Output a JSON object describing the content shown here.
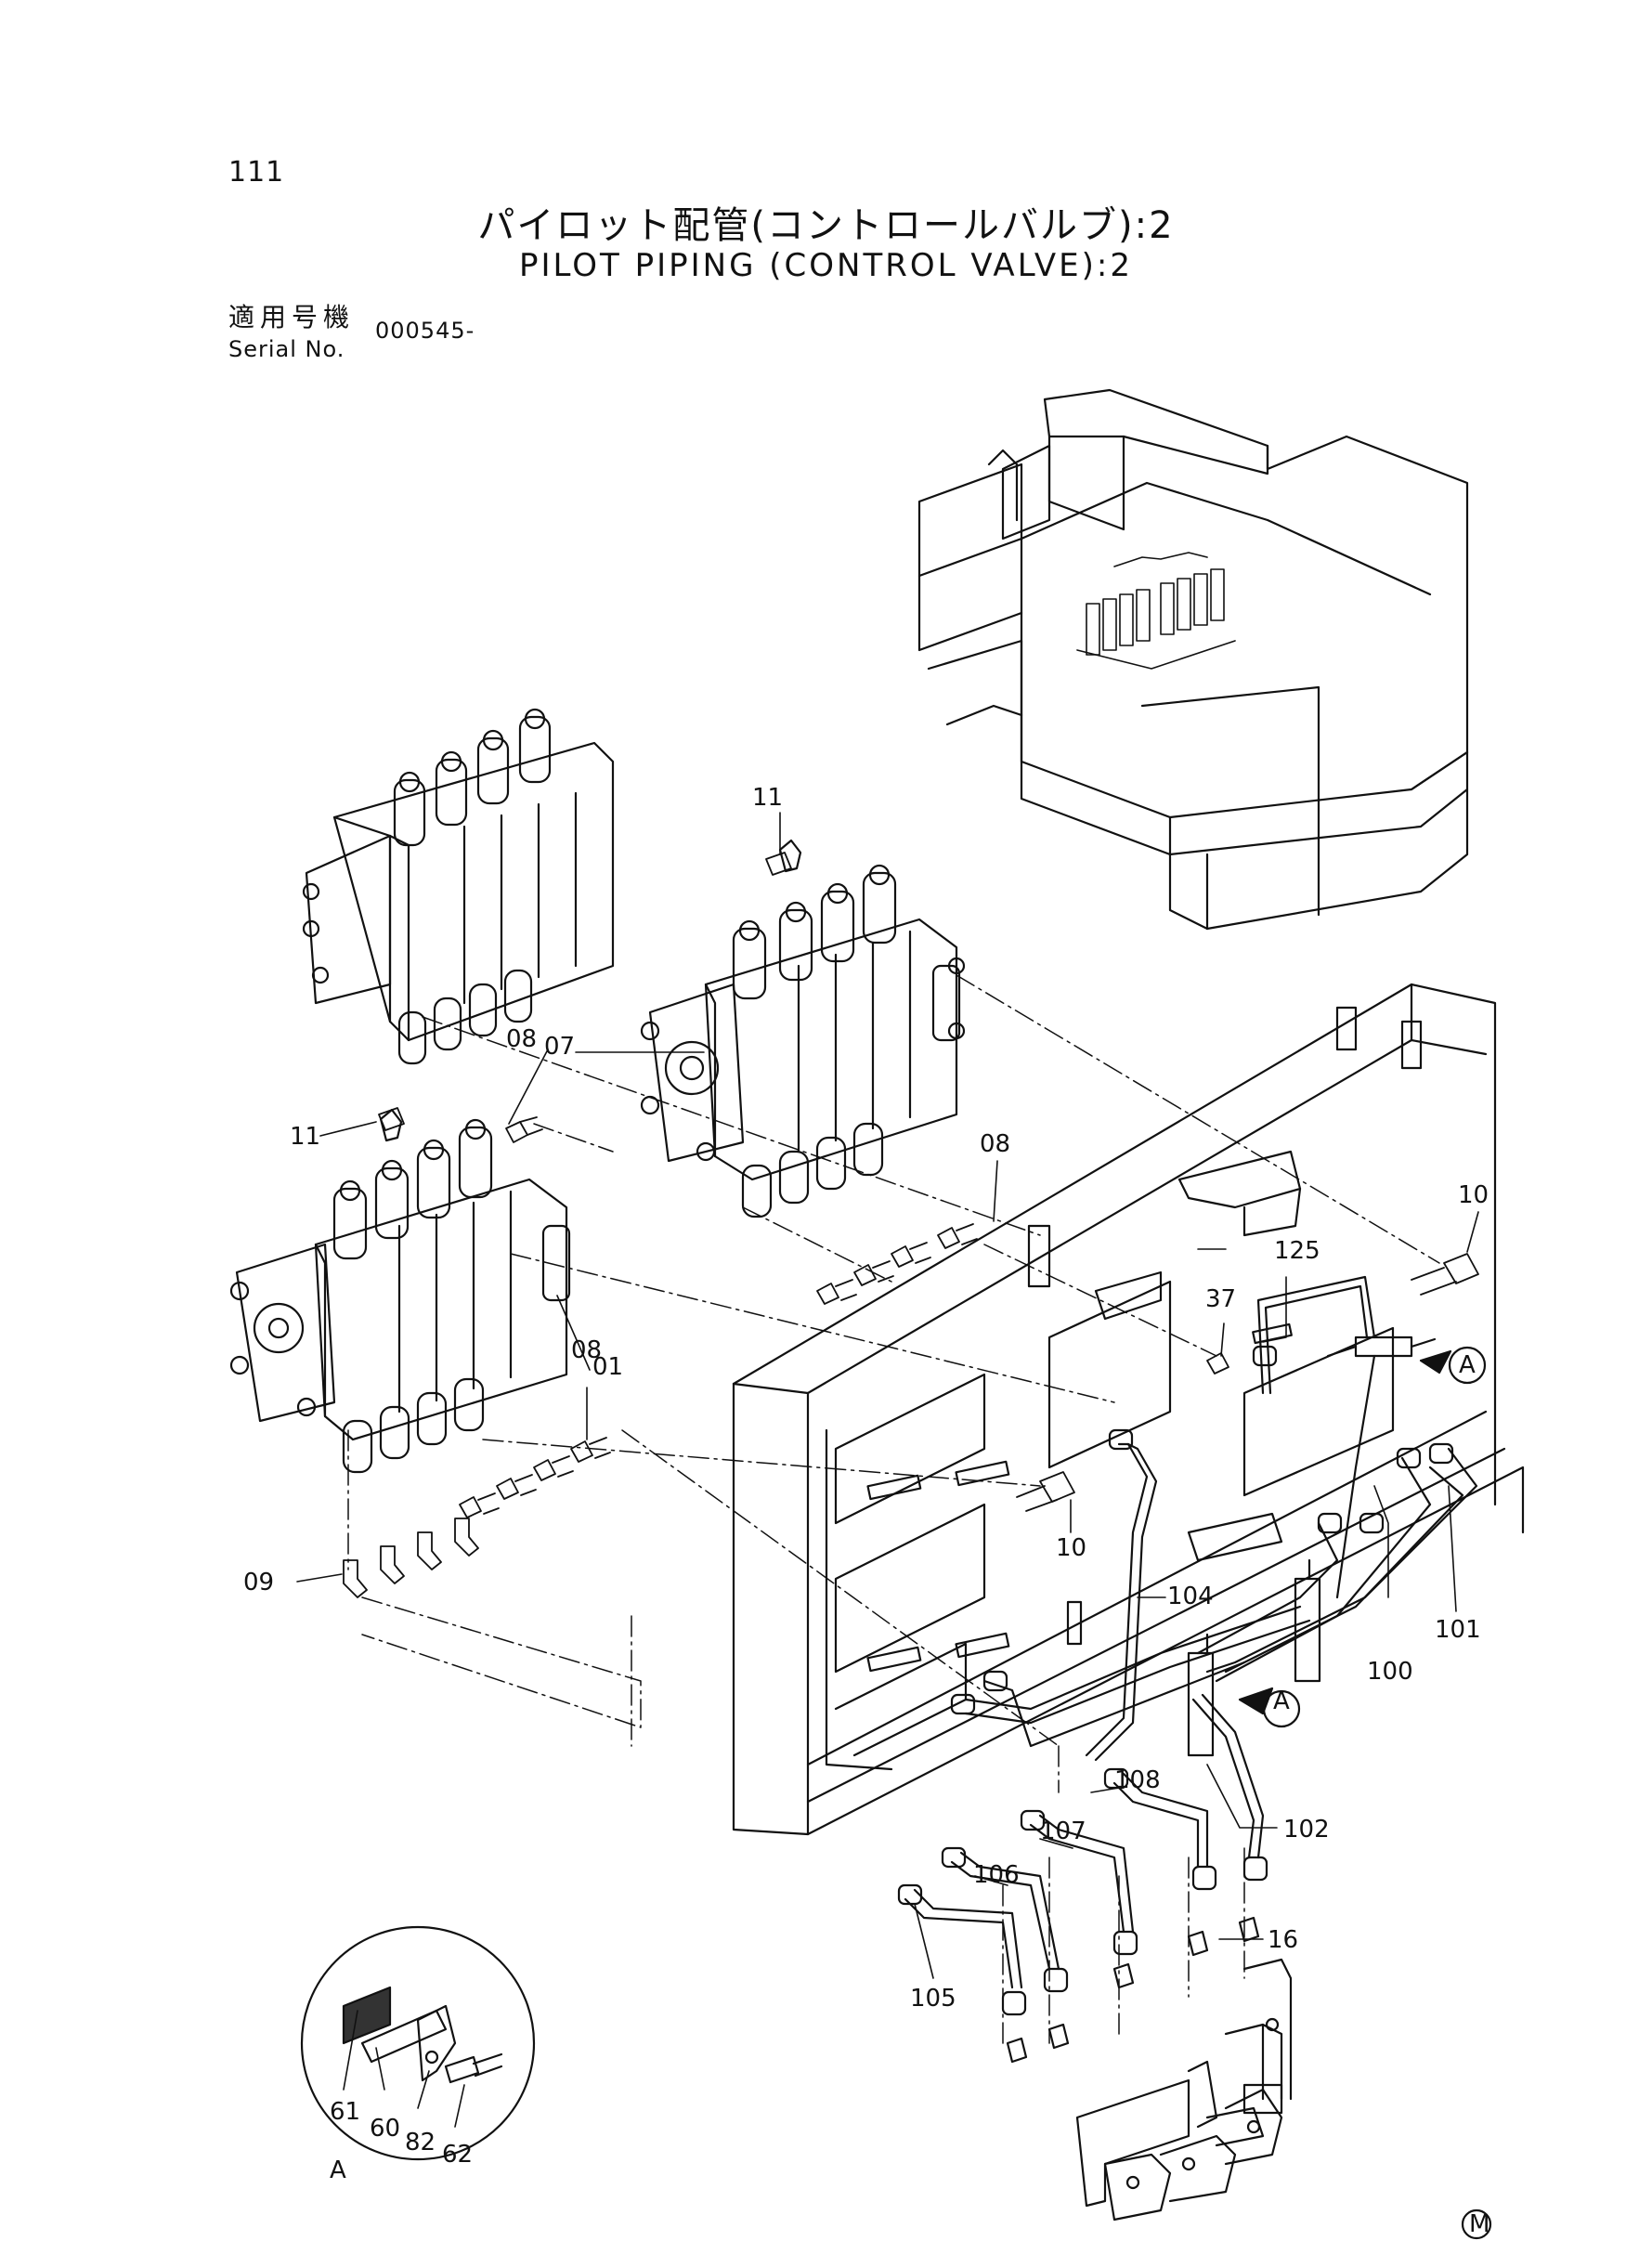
{
  "header": {
    "page_number": "111",
    "title_jp": "パイロット配管(コントロールバルブ):2",
    "title_en": "PILOT PIPING (CONTROL VALVE):2",
    "serial_label_jp": "適用号機",
    "serial_label_en": "Serial No.",
    "serial_value": "000545-"
  },
  "callouts": {
    "c01": "01",
    "c07": "07",
    "c08a": "08",
    "c08b": "08",
    "c08c": "08",
    "c09": "09",
    "c10a": "10",
    "c10b": "10",
    "c11a": "11",
    "c11b": "11",
    "c16": "16",
    "c37": "37",
    "c100": "100",
    "c101": "101",
    "c102": "102",
    "c104": "104",
    "c105": "105",
    "c106": "106",
    "c107": "107",
    "c108": "108",
    "c125": "125",
    "c60": "60",
    "c61": "61",
    "c62": "62",
    "c82": "82",
    "view_a1": "A",
    "view_a2": "A",
    "view_a3": "A",
    "mark": "M"
  }
}
